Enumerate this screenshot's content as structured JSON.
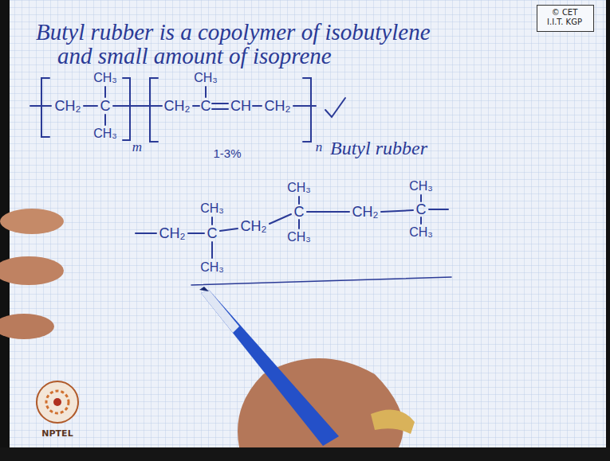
{
  "diagram": {
    "nodes": [
      {
        "text": [
          "© CET I.I.T. KGP"
        ]
      }
    ],
    "labels": [
      "Butyl rubber is a copolymer of isobutylene",
      "and small amount of isoprene",
      "CH₂",
      "C",
      "CH₃",
      "CH₃",
      "m",
      "CH₂",
      "C",
      "CH₃",
      "CH",
      "CH₂",
      "n",
      "1-3%",
      "Butyl rubber",
      "CH₂",
      "C",
      "CH₃",
      "CH₃",
      "CH₂",
      "C",
      "CH₃",
      "CH₃",
      "CH₂",
      "C",
      "CH₃",
      "CH₃",
      "NPTEL"
    ]
  }
}
